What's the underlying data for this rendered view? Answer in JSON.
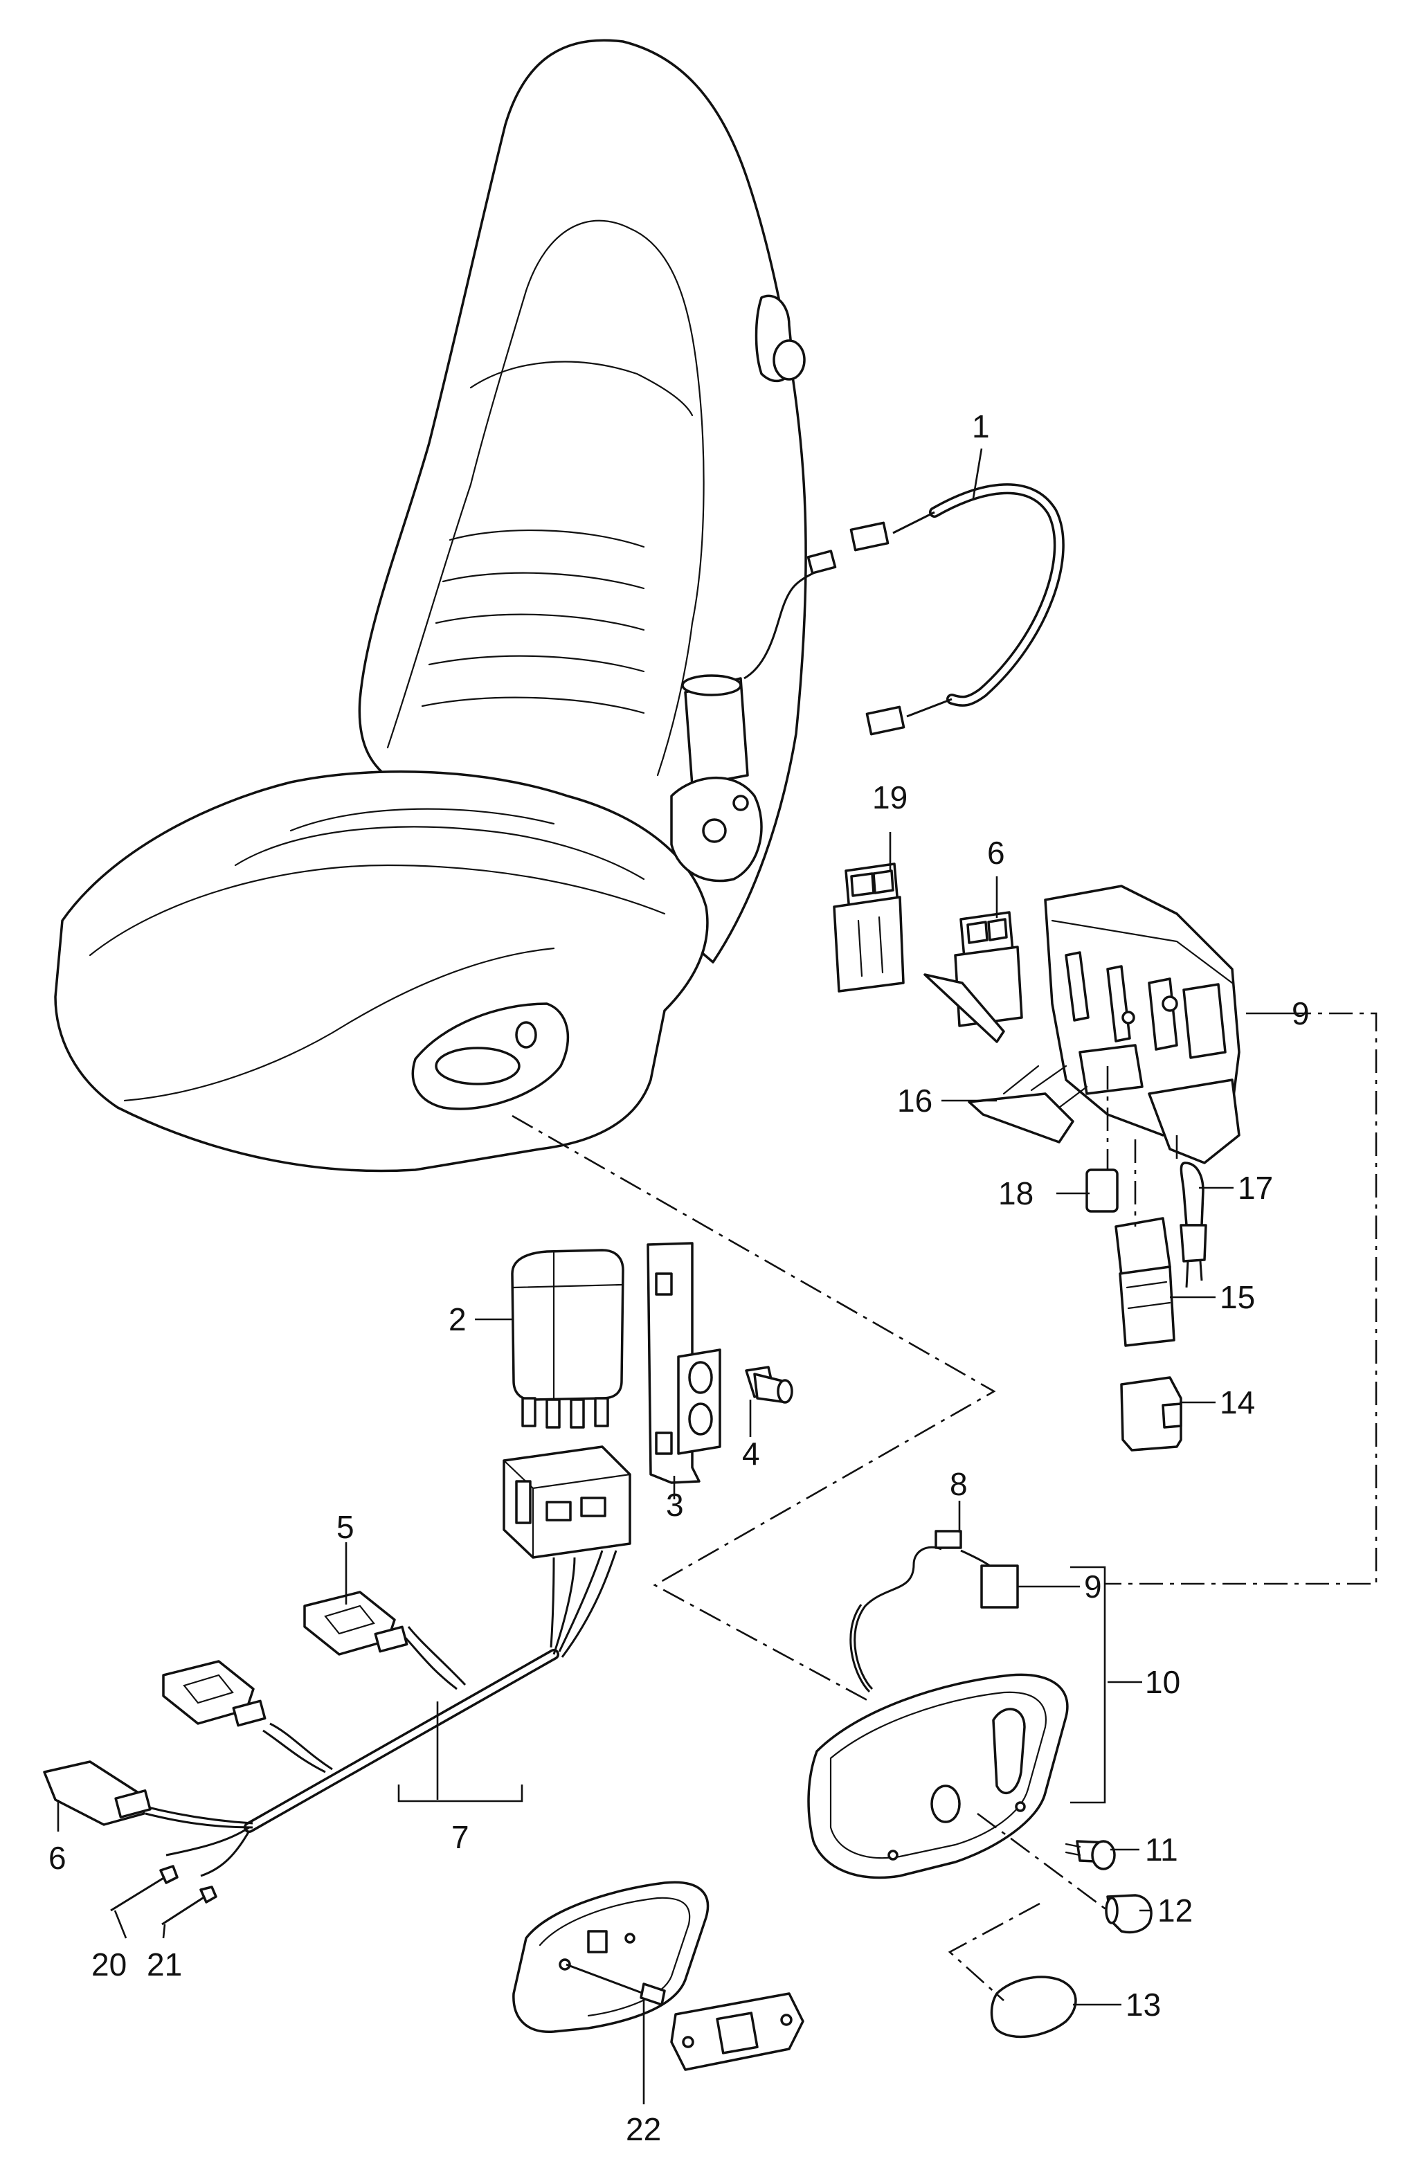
{
  "callouts": [
    {
      "id": "c1",
      "text": "1"
    },
    {
      "id": "c2",
      "text": "2"
    },
    {
      "id": "c3",
      "text": "3"
    },
    {
      "id": "c4",
      "text": "4"
    },
    {
      "id": "c5",
      "text": "5"
    },
    {
      "id": "c6a",
      "text": "6"
    },
    {
      "id": "c6b",
      "text": "6"
    },
    {
      "id": "c7",
      "text": "7"
    },
    {
      "id": "c8",
      "text": "8"
    },
    {
      "id": "c9a",
      "text": "9"
    },
    {
      "id": "c9b",
      "text": "9"
    },
    {
      "id": "c10",
      "text": "10"
    },
    {
      "id": "c11",
      "text": "11"
    },
    {
      "id": "c12",
      "text": "12"
    },
    {
      "id": "c13",
      "text": "13"
    },
    {
      "id": "c14",
      "text": "14"
    },
    {
      "id": "c15",
      "text": "15"
    },
    {
      "id": "c16",
      "text": "16"
    },
    {
      "id": "c17",
      "text": "17"
    },
    {
      "id": "c18",
      "text": "18"
    },
    {
      "id": "c19",
      "text": "19"
    },
    {
      "id": "c20",
      "text": "20"
    },
    {
      "id": "c21",
      "text": "21"
    },
    {
      "id": "c22",
      "text": "22"
    }
  ]
}
